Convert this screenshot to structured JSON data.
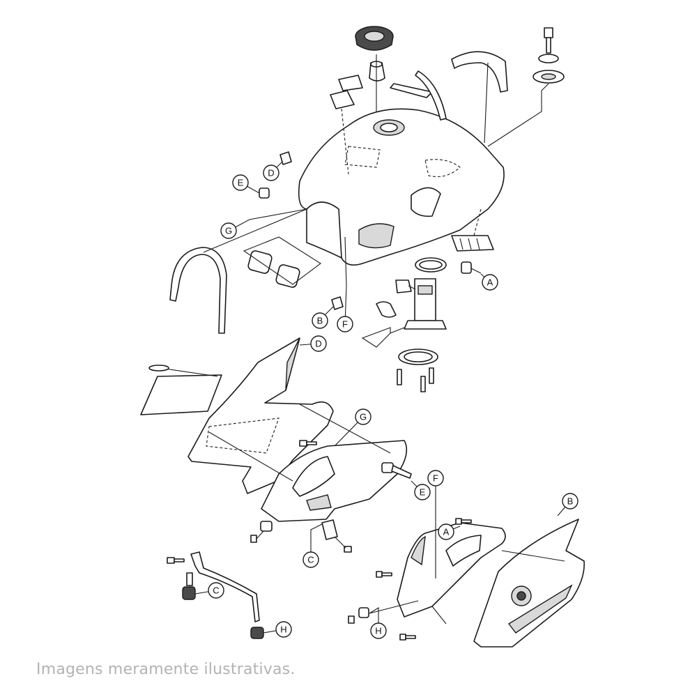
{
  "diagram": {
    "callouts": [
      {
        "id": "callout-A-tank",
        "label": "A"
      },
      {
        "id": "callout-B-tank",
        "label": "B"
      },
      {
        "id": "callout-D-tank",
        "label": "D"
      },
      {
        "id": "callout-E-tank",
        "label": "E"
      },
      {
        "id": "callout-F-tank",
        "label": "F"
      },
      {
        "id": "callout-G-tank",
        "label": "G"
      },
      {
        "id": "callout-D-cover",
        "label": "D"
      },
      {
        "id": "callout-G-cover",
        "label": "G"
      },
      {
        "id": "callout-E-cover",
        "label": "E"
      },
      {
        "id": "callout-C-cover",
        "label": "C"
      },
      {
        "id": "callout-F-side",
        "label": "F"
      },
      {
        "id": "callout-A-side",
        "label": "A"
      },
      {
        "id": "callout-B-side",
        "label": "B"
      },
      {
        "id": "callout-C-bracket",
        "label": "C"
      },
      {
        "id": "callout-H-bracket",
        "label": "H"
      },
      {
        "id": "callout-H-side",
        "label": "H"
      }
    ]
  },
  "caption": "Imagens meramente ilustrativas."
}
